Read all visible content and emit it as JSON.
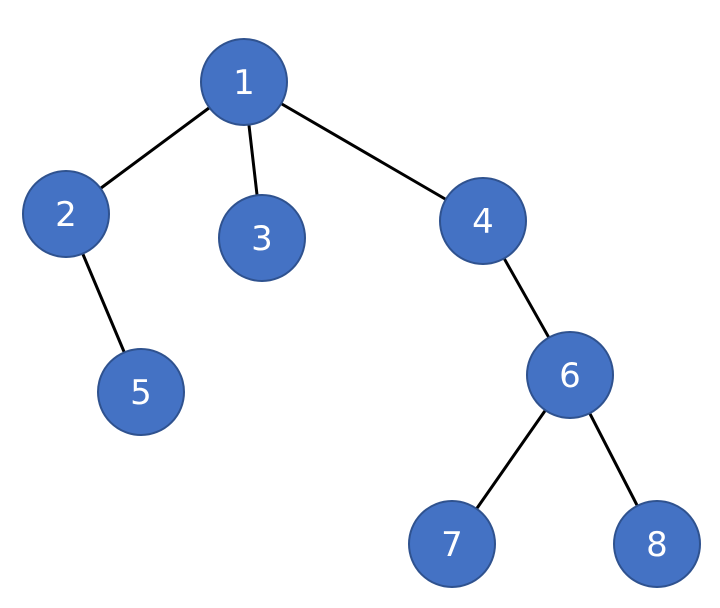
{
  "tree": {
    "node_fill": "#4472C4",
    "node_stroke": "#2F528F",
    "label_color": "#FFFFFF",
    "edge_color": "#000000",
    "nodes": [
      {
        "id": "1",
        "label": "1"
      },
      {
        "id": "2",
        "label": "2"
      },
      {
        "id": "3",
        "label": "3"
      },
      {
        "id": "4",
        "label": "4"
      },
      {
        "id": "5",
        "label": "5"
      },
      {
        "id": "6",
        "label": "6"
      },
      {
        "id": "7",
        "label": "7"
      },
      {
        "id": "8",
        "label": "8"
      }
    ],
    "edges": [
      {
        "from": "1",
        "to": "2"
      },
      {
        "from": "1",
        "to": "3"
      },
      {
        "from": "1",
        "to": "4"
      },
      {
        "from": "2",
        "to": "5"
      },
      {
        "from": "4",
        "to": "6"
      },
      {
        "from": "6",
        "to": "7"
      },
      {
        "from": "6",
        "to": "8"
      }
    ]
  }
}
